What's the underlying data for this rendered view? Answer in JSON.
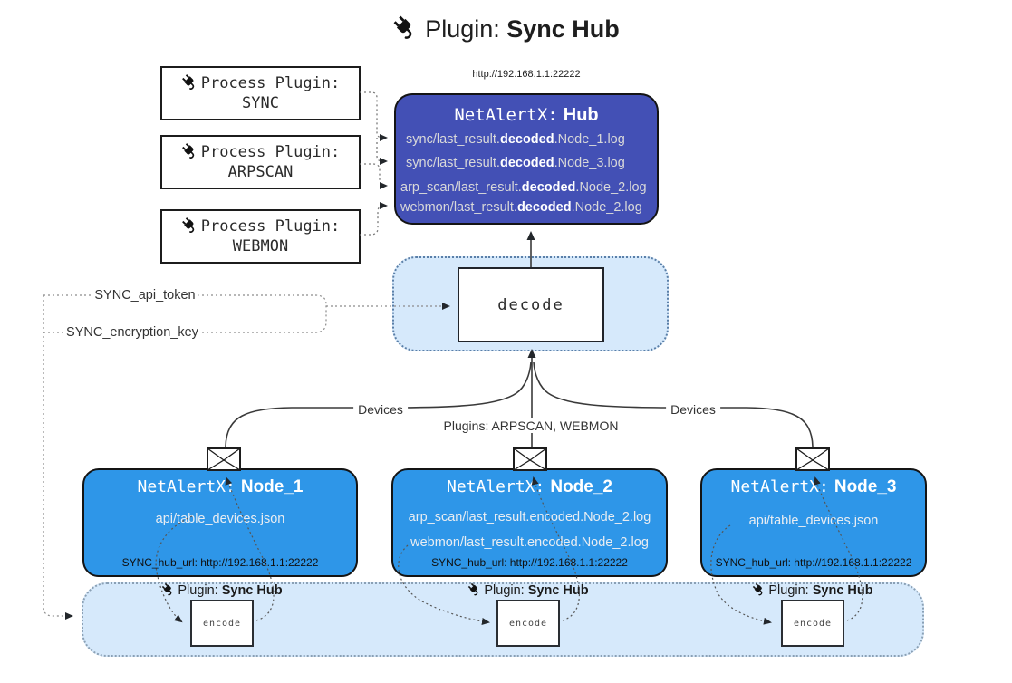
{
  "title": {
    "label": "Plugin:",
    "name": "Sync Hub"
  },
  "process_plugins": {
    "label": "Process Plugin:",
    "items": [
      "SYNC",
      "ARPSCAN",
      "WEBMON"
    ]
  },
  "hub": {
    "url": "http://192.168.1.1:22222",
    "name_prefix": "NetAlertX:",
    "name": "Hub",
    "logs": [
      {
        "pre": "sync/last_result.",
        "bold": "decoded",
        "post": ".Node_1.log"
      },
      {
        "pre": "sync/last_result.",
        "bold": "decoded",
        "post": ".Node_3.log"
      },
      {
        "pre": "arp_scan/last_result.",
        "bold": "decoded",
        "post": ".Node_2.log"
      },
      {
        "pre": "webmon/last_result.",
        "bold": "decoded",
        "post": ".Node_2.log"
      }
    ]
  },
  "decode": {
    "label": "decode"
  },
  "secrets": {
    "api_token": "SYNC_api_token",
    "encryption_key": "SYNC_encryption_key"
  },
  "edge_labels": {
    "left": "Devices",
    "middle": "Plugins: ARPSCAN, WEBMON",
    "right": "Devices"
  },
  "nodes": [
    {
      "name_prefix": "NetAlertX:",
      "name": "Node_1",
      "files": [
        "api/table_devices.json"
      ],
      "footer": "SYNC_hub_url: http://192.168.1.1:22222"
    },
    {
      "name_prefix": "NetAlertX:",
      "name": "Node_2",
      "files": [
        "arp_scan/last_result.encoded.Node_2.log",
        "webmon/last_result.encoded.Node_2.log"
      ],
      "footer": "SYNC_hub_url: http://192.168.1.1:22222"
    },
    {
      "name_prefix": "NetAlertX:",
      "name": "Node_3",
      "files": [
        "api/table_devices.json"
      ],
      "footer": "SYNC_hub_url: http://192.168.1.1:22222"
    }
  ],
  "encoder": {
    "plugin_label": "Plugin:",
    "plugin_name": "Sync Hub",
    "box_label": "encode"
  },
  "colors": {
    "hub_fill": "#4350b5",
    "node_fill": "#2e96e8",
    "panel_fill": "#d6e9fb"
  }
}
